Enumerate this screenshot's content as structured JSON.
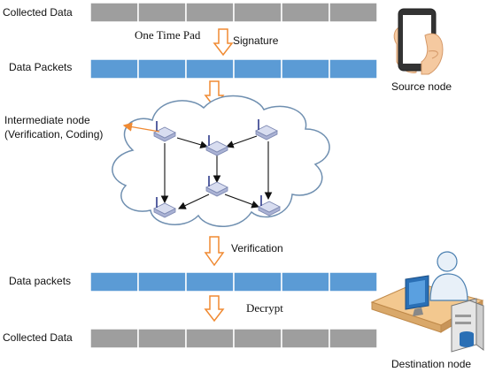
{
  "rows": {
    "collected_top": {
      "label": "Collected Data",
      "segments": 6,
      "color": "#9e9e9e"
    },
    "packets_top": {
      "label": "Data Packets",
      "segments": 6,
      "color": "#5b9bd5"
    },
    "packets_bottom": {
      "label": "Data packets",
      "segments": 6,
      "color": "#5b9bd5"
    },
    "collected_bottom": {
      "label": "Collected Data",
      "segments": 6,
      "color": "#9e9e9e"
    }
  },
  "steps": {
    "otp": "One Time Pad",
    "signature": "Signature",
    "verification": "Verification",
    "decrypt": "Decrypt"
  },
  "intermediate": {
    "line1": "Intermediate node",
    "line2": "(Verification, Coding)"
  },
  "source_label": "Source node",
  "destination_label": "Destination node",
  "colors": {
    "arrow_outline": "#f08a32",
    "cloud_outline": "#6f8fb0",
    "node": "#d8ddf0"
  }
}
